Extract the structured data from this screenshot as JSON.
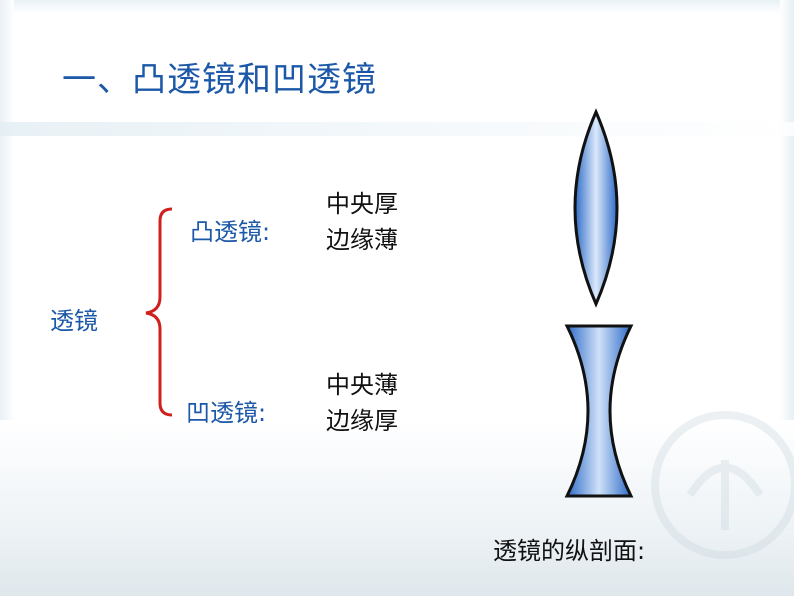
{
  "title": "一、凸透镜和凹透镜",
  "root_label": "透镜",
  "convex": {
    "label": "凸透镜:",
    "line1": "中央厚",
    "line2": "边缘薄"
  },
  "concave": {
    "label": "凹透镜:",
    "line1": "中央薄",
    "line2": "边缘厚"
  },
  "caption": "透镜的纵剖面:",
  "colors": {
    "title": "#1c58a8",
    "brace": "#d0201c",
    "lens_fill": "#3f7fd6",
    "lens_outline": "#111111"
  },
  "icons": {
    "convex_lens": "convex-lens-icon",
    "concave_lens": "concave-lens-icon",
    "brace": "curly-brace-icon"
  }
}
